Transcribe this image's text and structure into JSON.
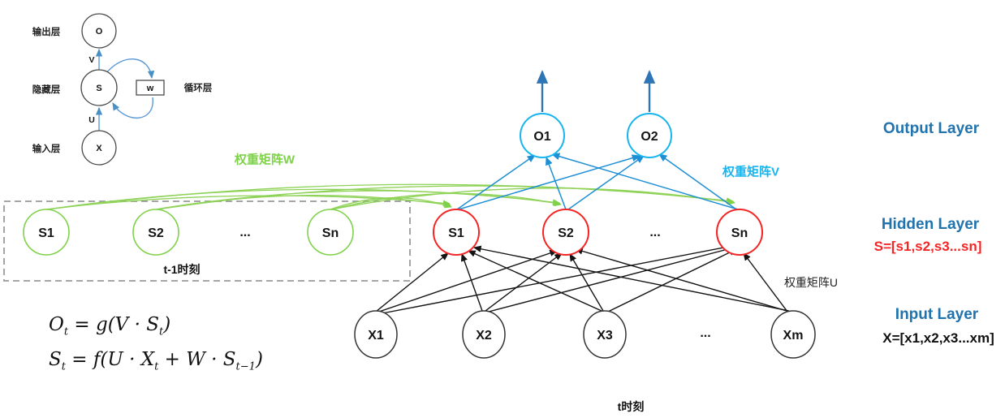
{
  "mini": {
    "output_layer_label": "输出层",
    "hidden_layer_label": "隐藏层",
    "input_layer_label": "输入层",
    "recurrent_layer_label": "循环层",
    "node_o": "O",
    "node_s": "S",
    "node_x": "X",
    "node_w": "w",
    "edge_v": "V",
    "edge_u": "U"
  },
  "prev_hidden": {
    "nodes": [
      "S1",
      "S2",
      "...",
      "Sn"
    ],
    "time_label": "t-1时刻"
  },
  "hidden": {
    "nodes": [
      "S1",
      "S2",
      "...",
      "Sn"
    ]
  },
  "output": {
    "nodes": [
      "O1",
      "O2"
    ]
  },
  "input": {
    "nodes": [
      "X1",
      "X2",
      "X3",
      "...",
      "Xm"
    ],
    "time_label": "t时刻"
  },
  "weights": {
    "w": "权重矩阵W",
    "v": "权重矩阵V",
    "u": "权重矩阵U"
  },
  "annotations": {
    "output_layer": "Output Layer",
    "hidden_layer": "Hidden Layer",
    "hidden_vector": "S=[s1,s2,s3...sn]",
    "input_layer": "Input Layer",
    "input_vector": "X=[x1,x2,x3...xm]"
  },
  "formulas": {
    "output": {
      "p1": "O",
      "s1": "t",
      "p2": " = g(V · S",
      "s2": "t",
      "p3": ")"
    },
    "state": {
      "p1": "S",
      "s1": "t",
      "p2": " = f(U · X",
      "s2": "t",
      "p3": " + W · S",
      "s3": "t−1",
      "p4": ")"
    }
  },
  "colors": {
    "green": "#7fd14a",
    "red": "#f42525",
    "cyan": "#17b5ef",
    "line_blue": "#1e8fd5",
    "dark_blue": "#2e75b6",
    "label_blue": "#2173ae",
    "black": "#1f1f1f"
  }
}
